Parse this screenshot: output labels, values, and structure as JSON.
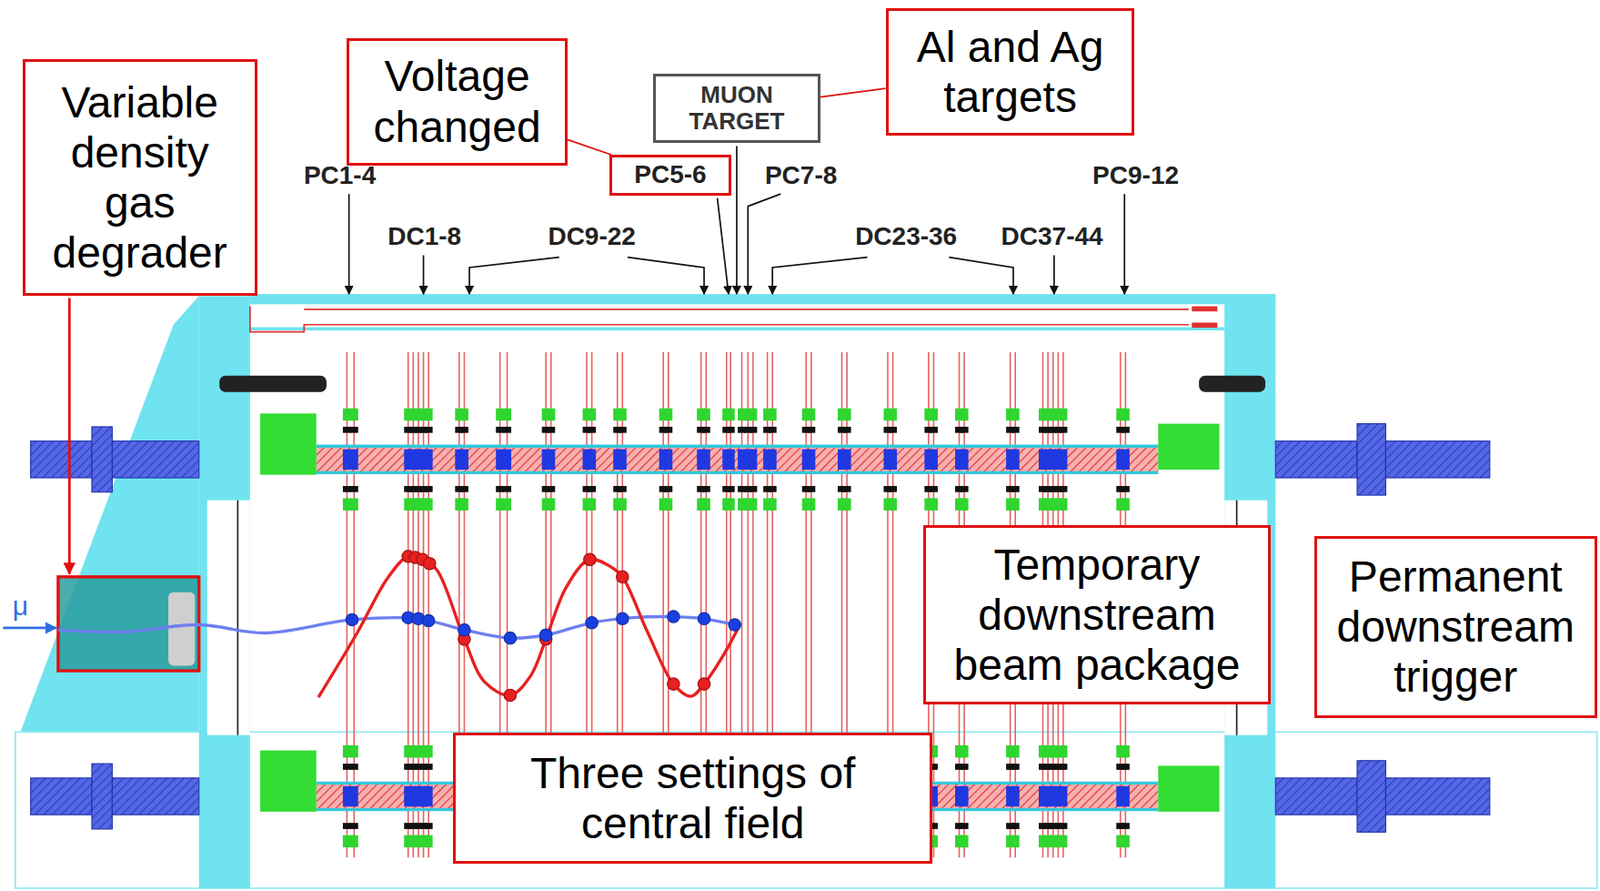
{
  "diagram": {
    "nodes": [
      {
        "text": [
          "Variable density gas degrader"
        ]
      },
      {
        "text": [
          "Voltage changed"
        ]
      },
      {
        "text": [
          "MUON TARGET"
        ]
      },
      {
        "text": [
          "Al and Ag targets"
        ]
      },
      {
        "text": [
          "PC5-6"
        ]
      },
      {
        "text": [
          "Temporary downstream beam package"
        ]
      },
      {
        "text": [
          "Permanent downstream trigger"
        ]
      },
      {
        "text": [
          "Three settings of central field"
        ]
      }
    ],
    "edges": [
      {
        "from": 1,
        "to": 4,
        "arrow": "none"
      },
      {
        "from": 3,
        "to": 2,
        "arrow": "none"
      }
    ],
    "labels": [
      "PC1-4",
      "DC1-8",
      "DC9-22",
      "PC7-8",
      "DC23-36",
      "DC37-44",
      "PC9-12",
      "μ"
    ]
  }
}
